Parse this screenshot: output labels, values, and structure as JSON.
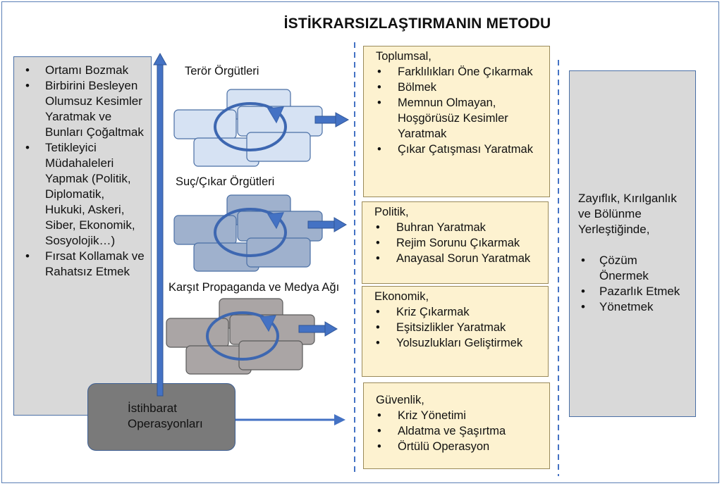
{
  "title": "İSTİKRARSIZLAŞTIRMANIN METODU",
  "left_panel": {
    "items": [
      "Ortamı Bozmak",
      "Birbirini Besleyen Olumsuz Kesimler Yaratmak ve Bunları Çoğaltmak",
      "Tetikleyici Müdahaleleri Yapmak (Politik, Diplomatik, Hukuki, Askeri, Siber, Ekonomik, Sosyolojik…)",
      "Fırsat Kollamak ve Rahatsız Etmek"
    ]
  },
  "intelligence_box": {
    "label": "İstihbarat Operasyonları"
  },
  "organizations": [
    {
      "label": "Terör Örgütleri",
      "color": "#d6e2f3"
    },
    {
      "label": "Suç/Çıkar Örgütleri",
      "color": "#9fb1cd"
    },
    {
      "label": "Karşıt Propaganda ve Medya Ağı",
      "color": "#aaa5a5"
    }
  ],
  "methods": [
    {
      "heading": "Toplumsal,",
      "items": [
        "Farklılıkları Öne Çıkarmak",
        "Bölmek",
        "Memnun Olmayan, Hoşgörüsüz Kesimler Yaratmak",
        "Çıkar Çatışması Yaratmak"
      ]
    },
    {
      "heading": "Politik,",
      "items": [
        "Buhran Yaratmak",
        "Rejim Sorunu Çıkarmak",
        "Anayasal Sorun Yaratmak"
      ]
    },
    {
      "heading": "Ekonomik,",
      "items": [
        "Kriz Çıkarmak",
        "Eşitsizlikler Yaratmak",
        "Yolsuzlukları Geliştirmek"
      ]
    },
    {
      "heading": "Güvenlik,",
      "items": [
        "Kriz Yönetimi",
        "Aldatma ve Şaşırtma",
        "Örtülü Operasyon"
      ]
    }
  ],
  "right_panel": {
    "heading": "Zayıflık, Kırılganlık ve Bölünme Yerleştiğinde,",
    "items": [
      "Çözüm Önermek",
      "Pazarlık Etmek",
      "Yönetmek"
    ]
  },
  "colors": {
    "arrow": "#4472c4",
    "tan": "#fdf2d0",
    "panel_gray": "#d9d9d9",
    "border": "#4a6fa5"
  }
}
